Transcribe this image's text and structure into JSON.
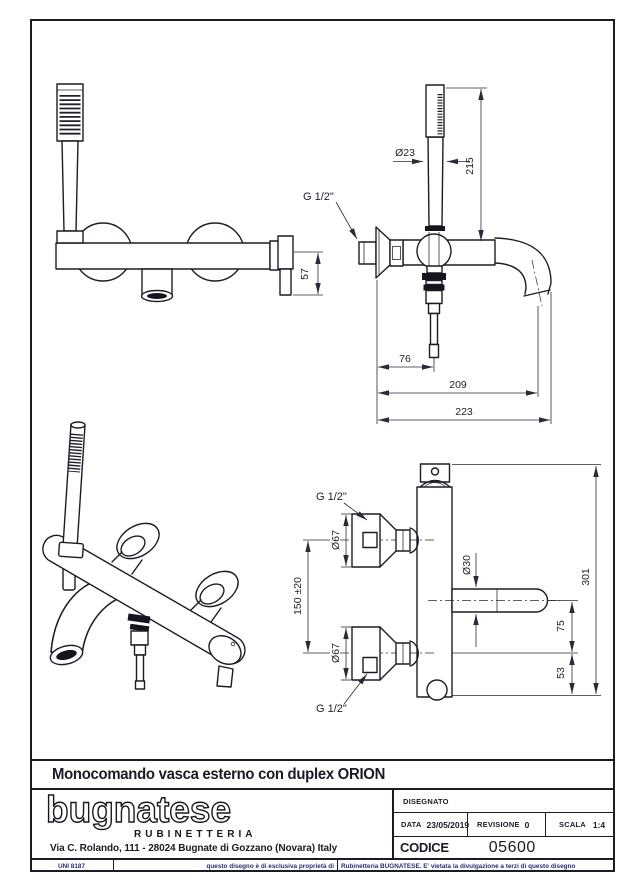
{
  "colors": {
    "paper": "#ffffff",
    "ink": "#1b1b26",
    "fine_print": "#2b2b72"
  },
  "title_block": {
    "title": "Monocomando vasca esterno con duplex ORION",
    "brand": {
      "logo_text": "bugnatese",
      "logo_subtext": "RUBINETTERIA",
      "address": "Via C. Rolando, 111 - 28024 Bugnate di Gozzano (Novara) Italy"
    },
    "info_table": {
      "disegnato_label": "DISEGNATO",
      "data_label": "DATA",
      "data_value": "23/05/2019",
      "revisione_label": "REVISIONE",
      "revisione_value": "0",
      "scala_label": "SCALA",
      "scala_value": "1:4",
      "codice_label": "CODICE",
      "codice_value": "05600"
    },
    "footer": {
      "standard": "UNI 8187",
      "disclaimer_left": "questo disegno è di esclusiva proprietà di",
      "disclaimer_right": "Rubinetteria BUGNATESE. E' vietata la divulgazione a terzi di questo disegno"
    }
  },
  "drawing": {
    "dims": {
      "d57": "57",
      "g12": "G 1/2\"",
      "d23": "Ø23",
      "d215": "215",
      "d76": "76",
      "d209": "209",
      "d223": "223",
      "d67": "Ø67",
      "d150": "150 ±20",
      "d30": "Ø30",
      "d301": "301",
      "d75": "75",
      "d53": "53"
    }
  }
}
